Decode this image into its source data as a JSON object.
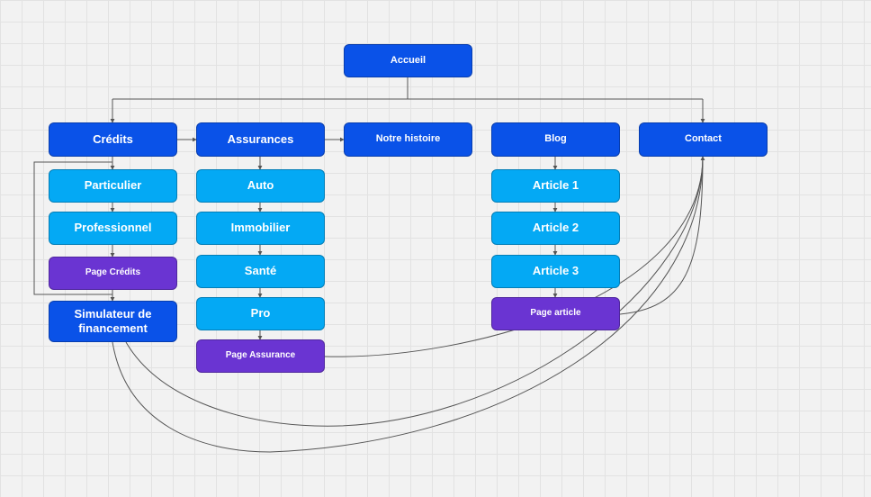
{
  "root": {
    "label": "Accueil"
  },
  "sections": {
    "credits": {
      "label": "Crédits"
    },
    "assurances": {
      "label": "Assurances"
    },
    "histoire": {
      "label": "Notre histoire"
    },
    "blog": {
      "label": "Blog"
    },
    "contact": {
      "label": "Contact"
    }
  },
  "credits_children": {
    "particulier": "Particulier",
    "professionnel": "Professionnel",
    "page": "Page Crédits",
    "simulateur": "Simulateur de financement"
  },
  "assurances_children": {
    "auto": "Auto",
    "immobilier": "Immobilier",
    "sante": "Santé",
    "pro": "Pro",
    "page": "Page Assurance"
  },
  "blog_children": {
    "article1": "Article 1",
    "article2": "Article 2",
    "article3": "Article 3",
    "page": "Page article"
  },
  "colors": {
    "section": "#0a52e8",
    "child": "#04a9f4",
    "page": "#6a34d2",
    "connector": "#555555",
    "background": "#f2f2f2"
  }
}
